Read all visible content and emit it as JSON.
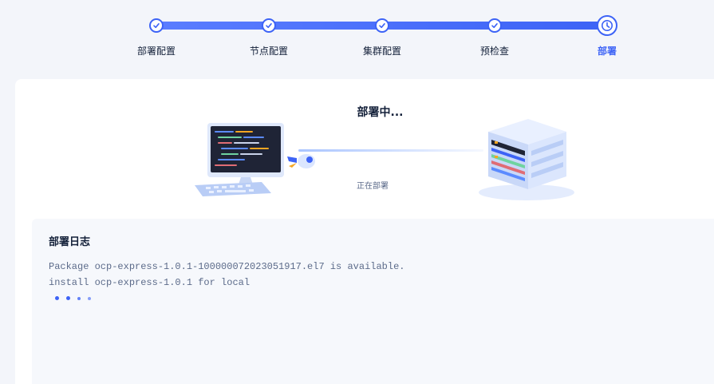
{
  "steps": [
    {
      "label": "部署配置",
      "state": "done"
    },
    {
      "label": "节点配置",
      "state": "done"
    },
    {
      "label": "集群配置",
      "state": "done"
    },
    {
      "label": "预检查",
      "state": "done"
    },
    {
      "label": "部署",
      "state": "current"
    }
  ],
  "deploy": {
    "title": "部署中...",
    "status": "正在部署"
  },
  "log": {
    "title": "部署日志",
    "lines": [
      "Package ocp-express-1.0.1-100000072023051917.el7 is available.",
      "install ocp-express-1.0.1 for local"
    ]
  },
  "colors": {
    "accent": "#3d63f6",
    "background": "#f3f5fa",
    "text": "#132039",
    "muted": "#5c6b8a"
  }
}
